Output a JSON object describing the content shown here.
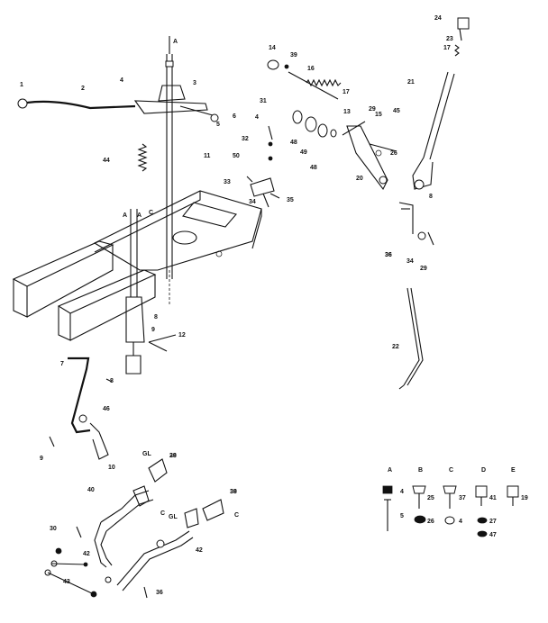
{
  "callouts": [
    {
      "id": "c1",
      "text": "1"
    },
    {
      "id": "c2",
      "text": "2"
    },
    {
      "id": "c3",
      "text": "3"
    },
    {
      "id": "c4",
      "text": "4"
    },
    {
      "id": "c5",
      "text": "5"
    },
    {
      "id": "c6",
      "text": "6"
    },
    {
      "id": "c7",
      "text": "7"
    },
    {
      "id": "c8",
      "text": "8"
    },
    {
      "id": "c9",
      "text": "9"
    },
    {
      "id": "c10",
      "text": "10"
    },
    {
      "id": "c11",
      "text": "11"
    },
    {
      "id": "c12",
      "text": "12"
    },
    {
      "id": "c13",
      "text": "13"
    },
    {
      "id": "c14",
      "text": "14"
    },
    {
      "id": "c15",
      "text": "15"
    },
    {
      "id": "c16",
      "text": "16"
    },
    {
      "id": "c17",
      "text": "17"
    },
    {
      "id": "c17b",
      "text": "17"
    },
    {
      "id": "c20",
      "text": "20"
    },
    {
      "id": "c21",
      "text": "21"
    },
    {
      "id": "c22",
      "text": "22"
    },
    {
      "id": "c23",
      "text": "23"
    },
    {
      "id": "c24",
      "text": "24"
    },
    {
      "id": "c26",
      "text": "26"
    },
    {
      "id": "c28",
      "text": "28"
    },
    {
      "id": "c29",
      "text": "29"
    },
    {
      "id": "c30",
      "text": "30"
    },
    {
      "id": "c31",
      "text": "31"
    },
    {
      "id": "c32",
      "text": "32"
    },
    {
      "id": "c33",
      "text": "33"
    },
    {
      "id": "c34",
      "text": "34"
    },
    {
      "id": "c34b",
      "text": "34"
    },
    {
      "id": "c35",
      "text": "35"
    },
    {
      "id": "c36",
      "text": "36"
    },
    {
      "id": "c36b",
      "text": "36"
    },
    {
      "id": "c38",
      "text": "38"
    },
    {
      "id": "c39a",
      "text": "39"
    },
    {
      "id": "c39b",
      "text": "39"
    },
    {
      "id": "c39c",
      "text": "39"
    },
    {
      "id": "c40",
      "text": "40"
    },
    {
      "id": "c42",
      "text": "42"
    },
    {
      "id": "c42b",
      "text": "42"
    },
    {
      "id": "c43",
      "text": "43"
    },
    {
      "id": "c44",
      "text": "44"
    },
    {
      "id": "c45",
      "text": "45"
    },
    {
      "id": "c46",
      "text": "46"
    },
    {
      "id": "c48a",
      "text": "48"
    },
    {
      "id": "c48b",
      "text": "48"
    },
    {
      "id": "c49",
      "text": "49"
    },
    {
      "id": "c50",
      "text": "50"
    },
    {
      "id": "c4b",
      "text": "4"
    },
    {
      "id": "c8b",
      "text": "8"
    },
    {
      "id": "c8c",
      "text": "8"
    },
    {
      "id": "c9b",
      "text": "9"
    },
    {
      "id": "c29b",
      "text": "29"
    },
    {
      "id": "c36c",
      "text": "36"
    }
  ],
  "section_letters": {
    "top_a": "A",
    "frame_a1": "A",
    "frame_a2": "A",
    "frame_c": "C",
    "gl1": "GL",
    "gl2": "GL",
    "c_lower1": "C",
    "c_lower2": "C"
  },
  "hardware_legend": {
    "columns": [
      {
        "letter": "A",
        "parts": [
          "4",
          "5"
        ]
      },
      {
        "letter": "B",
        "parts": [
          "25",
          "26"
        ]
      },
      {
        "letter": "C",
        "parts": [
          "37",
          "4"
        ]
      },
      {
        "letter": "D",
        "parts": [
          "41",
          "27",
          "47"
        ]
      },
      {
        "letter": "E",
        "parts": [
          "19"
        ]
      }
    ]
  }
}
